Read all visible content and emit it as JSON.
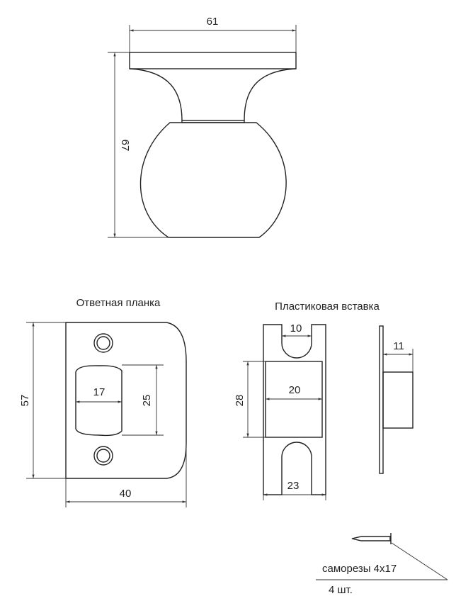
{
  "knob": {
    "width_dim": "61",
    "height_dim": "67"
  },
  "strike_plate": {
    "title": "Ответная планка",
    "height_dim": "57",
    "width_dim": "40",
    "opening_width_dim": "17",
    "opening_height_dim": "25"
  },
  "plastic_insert": {
    "title": "Пластиковая вставка",
    "slot_dim": "10",
    "inner_width_dim": "20",
    "inner_height_dim": "28",
    "width_dim": "23",
    "depth_dim": "11"
  },
  "screws": {
    "label": "саморезы 4х17",
    "count": "4 шт."
  }
}
